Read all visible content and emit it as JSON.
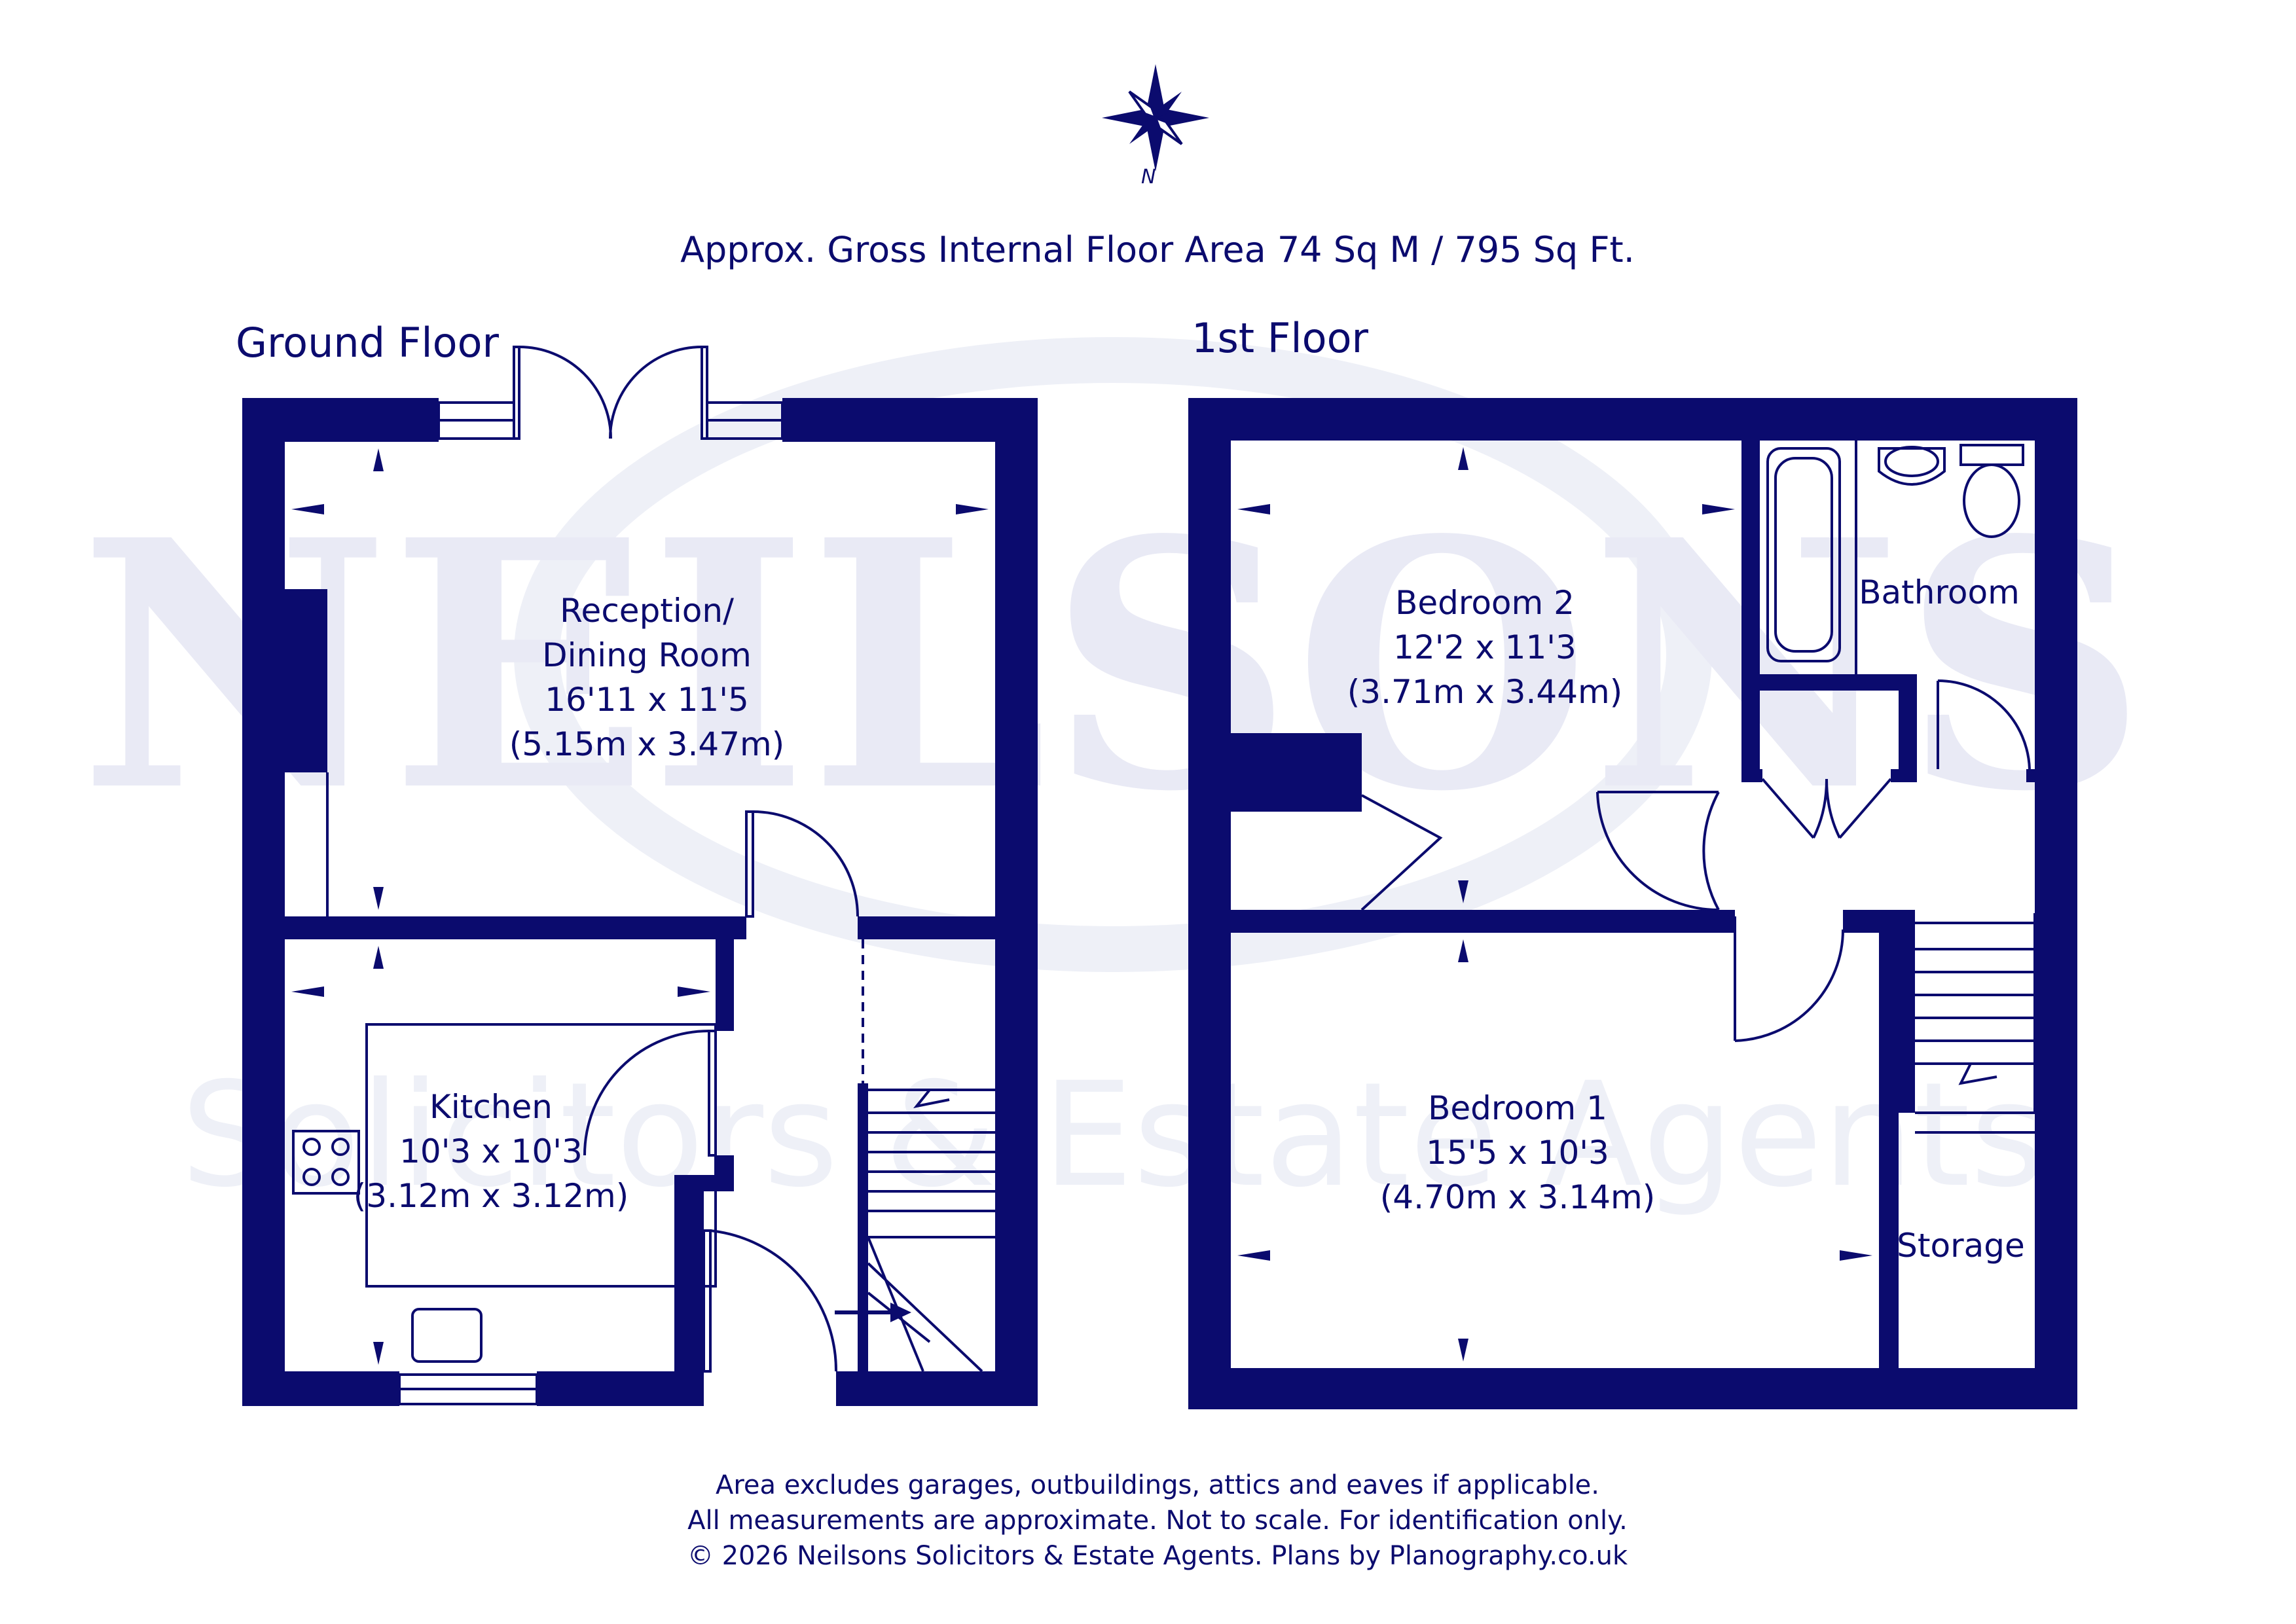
{
  "area_summary": "Approx. Gross Internal Floor Area 74 Sq M / 795 Sq Ft.",
  "compass": {
    "north_label": "N",
    "icon": "compass-rose-icon"
  },
  "watermark": {
    "brand": "NEILSONS",
    "tagline": "Solicitors & Estate Agents"
  },
  "floors": [
    {
      "title": "Ground Floor"
    },
    {
      "title": "1st Floor"
    }
  ],
  "rooms": {
    "reception": {
      "name1": "Reception/",
      "name2": "Dining Room",
      "imperial": "16'11 x 11'5",
      "metric": "(5.15m x 3.47m)"
    },
    "kitchen": {
      "name": "Kitchen",
      "imperial": "10'3 x 10'3",
      "metric": "(3.12m x 3.12m)"
    },
    "bedroom2": {
      "name": "Bedroom 2",
      "imperial": "12'2 x 11'3",
      "metric": "(3.71m x 3.44m)"
    },
    "bedroom1": {
      "name": "Bedroom 1",
      "imperial": "15'5 x 10'3",
      "metric": "(4.70m x 3.14m)"
    },
    "bathroom": {
      "name": "Bathroom"
    },
    "storage": {
      "name": "Storage"
    }
  },
  "footer": {
    "line1": "Area excludes garages, outbuildings, attics and eaves if applicable.",
    "line2": "All measurements are approximate. Not to scale. For identification only.",
    "line3": "© 2026 Neilsons Solicitors & Estate Agents. Plans by Planography.co.uk"
  },
  "colors": {
    "wall": "#0b0b6e",
    "background": "#ffffff",
    "watermark": "#e9eaf5"
  }
}
